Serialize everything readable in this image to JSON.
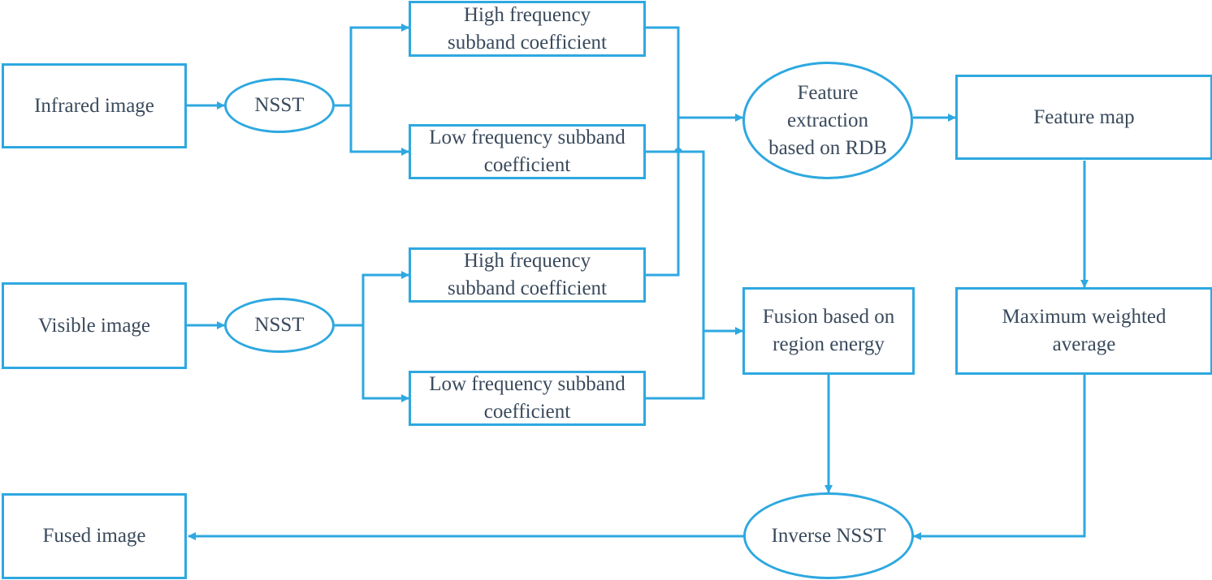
{
  "colors": {
    "stroke": "#2ea8e0",
    "text": "#3a4a5c",
    "background": "#ffffff"
  },
  "nodes": {
    "infrared": {
      "lines": [
        "Infrared image"
      ]
    },
    "nsst_top": {
      "lines": [
        "NSST"
      ]
    },
    "hf_top": {
      "lines": [
        "High frequency",
        "subband coefficient"
      ]
    },
    "lf_top": {
      "lines": [
        "Low frequency subband",
        "coefficient"
      ]
    },
    "visible": {
      "lines": [
        "Visible image"
      ]
    },
    "nsst_bottom": {
      "lines": [
        "NSST"
      ]
    },
    "hf_bottom": {
      "lines": [
        "High frequency",
        "subband coefficient"
      ]
    },
    "lf_bottom": {
      "lines": [
        "Low frequency subband",
        "coefficient"
      ]
    },
    "feature_extraction": {
      "lines": [
        "Feature",
        "extraction",
        "based on RDB"
      ]
    },
    "feature_map": {
      "lines": [
        "Feature map"
      ]
    },
    "fusion_region": {
      "lines": [
        "Fusion based on",
        "region energy"
      ]
    },
    "max_weighted": {
      "lines": [
        "Maximum weighted",
        "average"
      ]
    },
    "inverse_nsst": {
      "lines": [
        "Inverse NSST"
      ]
    },
    "fused": {
      "lines": [
        "Fused image"
      ]
    }
  }
}
